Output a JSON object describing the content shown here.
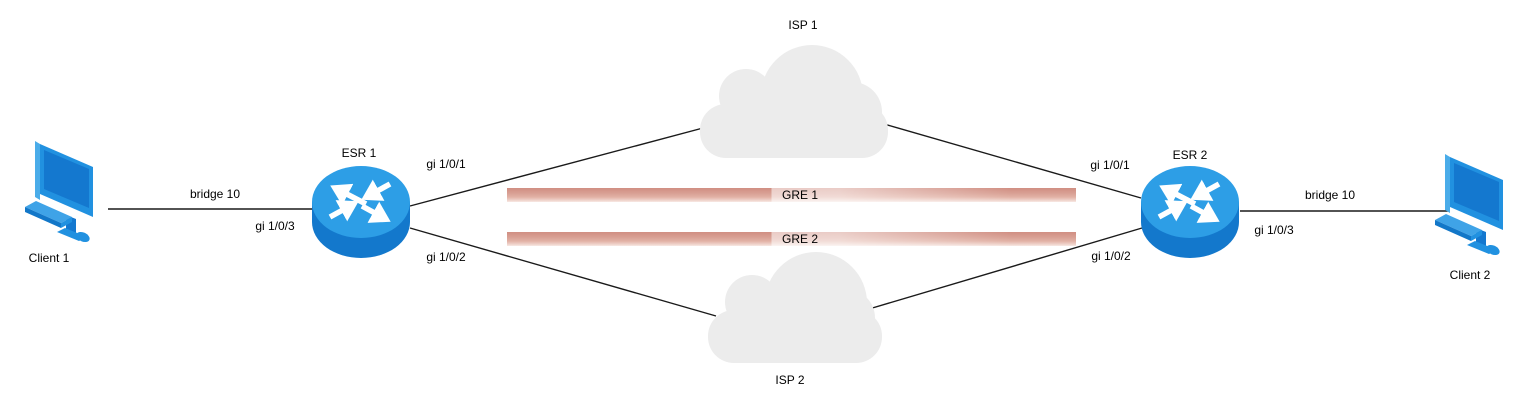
{
  "diagram": {
    "nodes": {
      "client1": {
        "label": "Client 1",
        "type": "computer"
      },
      "esr1": {
        "label": "ESR 1",
        "type": "router"
      },
      "isp1": {
        "label": "ISP 1",
        "type": "cloud"
      },
      "isp2": {
        "label": "ISP 2",
        "type": "cloud"
      },
      "esr2": {
        "label": "ESR 2",
        "type": "router"
      },
      "client2": {
        "label": "Client 2",
        "type": "computer"
      }
    },
    "links": {
      "client1_esr1": {
        "top_label": "bridge 10",
        "bottom_label": "gi 1/0/3"
      },
      "esr1_isp1": {
        "label": "gi 1/0/1"
      },
      "esr1_isp2": {
        "label": "gi 1/0/2"
      },
      "isp1_esr2": {
        "label": "gi 1/0/1"
      },
      "isp2_esr2": {
        "label": "gi 1/0/2"
      },
      "esr2_client2": {
        "top_label": "bridge 10",
        "bottom_label": "gi 1/0/3"
      }
    },
    "tunnels": [
      {
        "label": "GRE 1"
      },
      {
        "label": "GRE 2"
      }
    ],
    "colors": {
      "device_blue": "#2191e0",
      "router_top": "#2d9ee6",
      "router_side": "#1378cc",
      "cloud_gray": "#ececec",
      "tunnel_salmon": "#d9a195",
      "link_line": "#1a1a1a"
    }
  }
}
